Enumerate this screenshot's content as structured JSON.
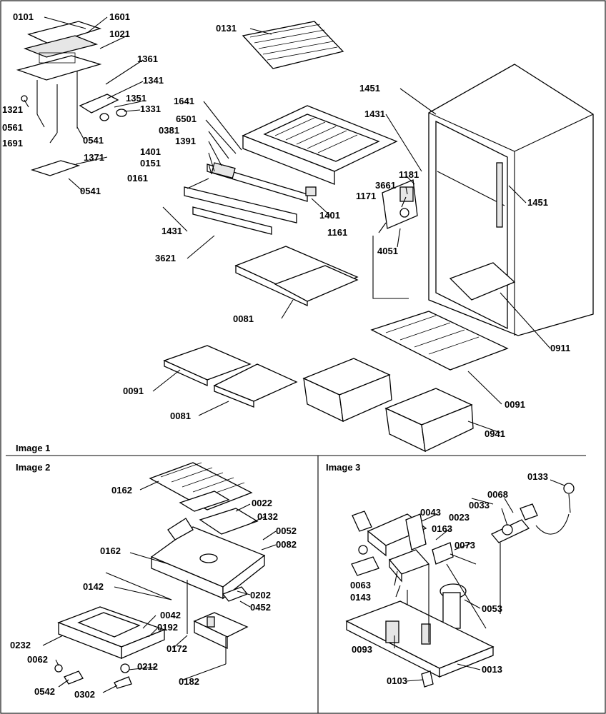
{
  "sections": [
    {
      "id": "image1",
      "title": "Image 1"
    },
    {
      "id": "image2",
      "title": "Image 2"
    },
    {
      "id": "image3",
      "title": "Image 3"
    }
  ],
  "callouts": {
    "image1": [
      "0101",
      "1601",
      "1021",
      "0131",
      "1361",
      "1341",
      "1351",
      "1331",
      "1321",
      "0561",
      "0541",
      "1691",
      "1371",
      "0541",
      "1641",
      "6501",
      "0381",
      "1391",
      "1401",
      "0151",
      "0161",
      "1431",
      "3621",
      "1451",
      "1431",
      "1181",
      "3661",
      "1171",
      "1161",
      "4051",
      "1451",
      "1401",
      "0081",
      "0911",
      "0091",
      "0081",
      "0091",
      "0941"
    ],
    "image2": [
      "0162",
      "0022",
      "0132",
      "0052",
      "0082",
      "0162",
      "0142",
      "0202",
      "0452",
      "0042",
      "0192",
      "0232",
      "0062",
      "0172",
      "0212",
      "0182",
      "0542",
      "0302"
    ],
    "image3": [
      "0133",
      "0068",
      "0043",
      "0033",
      "0023",
      "0163",
      "0073",
      "0063",
      "0143",
      "0053",
      "0093",
      "0013",
      "0103"
    ]
  }
}
